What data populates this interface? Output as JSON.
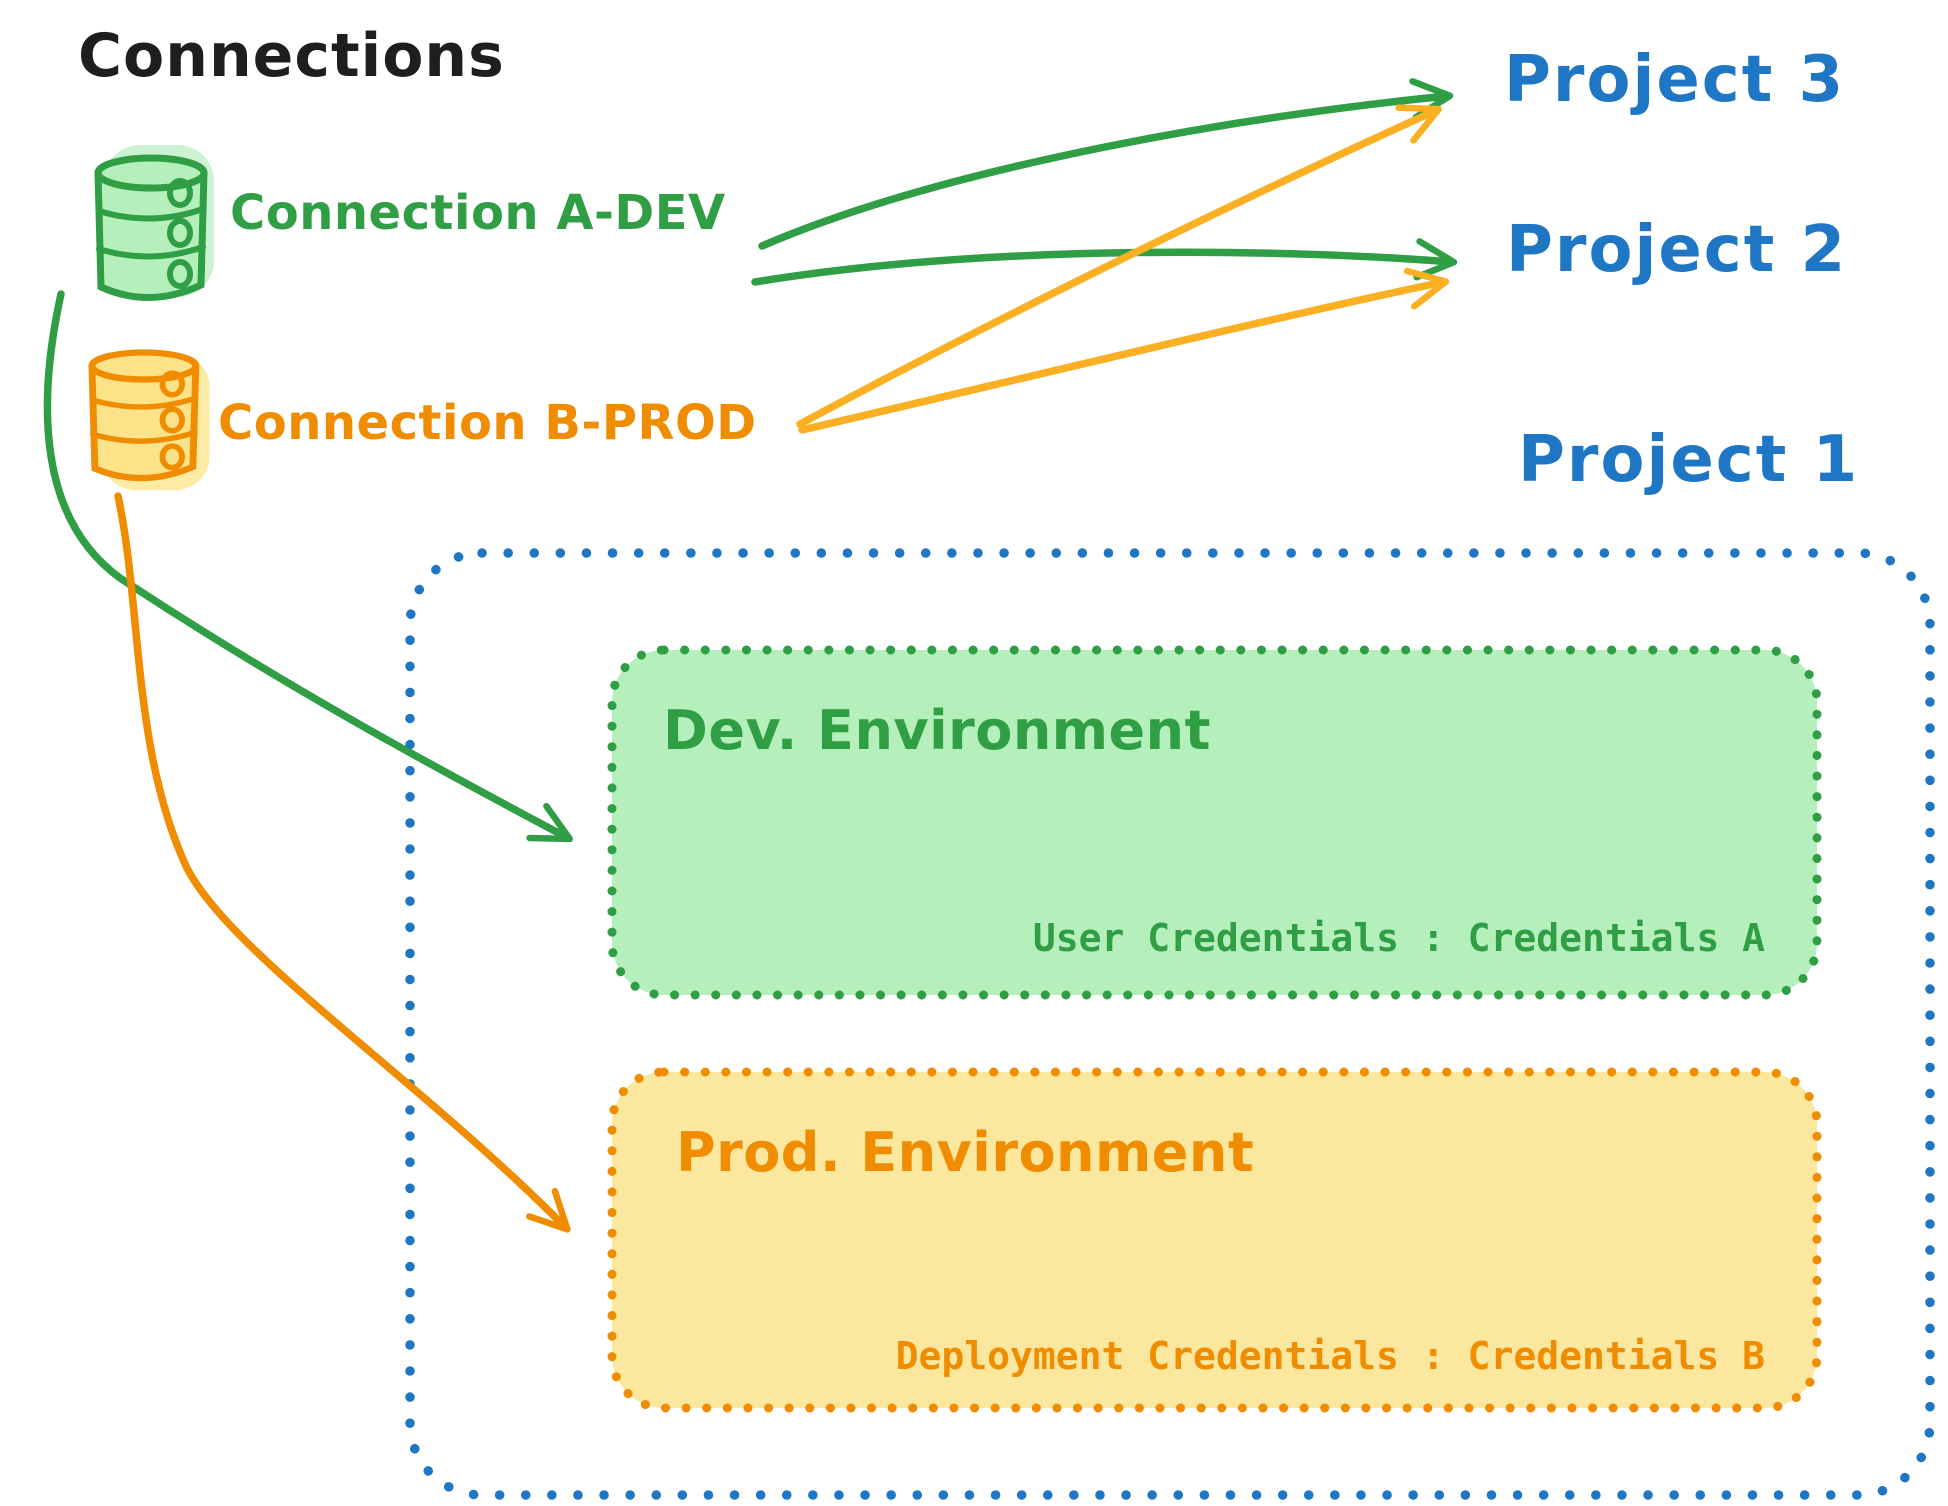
{
  "title": "Connections",
  "connections": [
    {
      "label": "Connection A-DEV",
      "icon": "database-icon",
      "color": "#2f9e44"
    },
    {
      "label": "Connection B-PROD",
      "icon": "database-icon",
      "color": "#f08c00"
    }
  ],
  "projects": [
    {
      "label": "Project 3"
    },
    {
      "label": "Project 2"
    },
    {
      "label": "Project 1"
    }
  ],
  "project1_box": {
    "environments": [
      {
        "name": "Dev. Environment",
        "credentials": "User Credentials : Credentials A"
      },
      {
        "name": "Prod. Environment",
        "credentials": "Deployment Credentials : Credentials B"
      }
    ]
  },
  "arrows": [
    {
      "from": "Connection A-DEV",
      "to": "Project 3"
    },
    {
      "from": "Connection A-DEV",
      "to": "Project 2"
    },
    {
      "from": "Connection B-PROD",
      "to": "Project 3"
    },
    {
      "from": "Connection B-PROD",
      "to": "Project 2"
    },
    {
      "from": "Connection A-DEV",
      "to": "Dev. Environment"
    },
    {
      "from": "Connection B-PROD",
      "to": "Prod. Environment"
    }
  ],
  "colors": {
    "ink": "#1e1e1e",
    "green": "#2f9e44",
    "green_fill": "#b5efbc",
    "green_shadow": "#cdf2d3",
    "orange": "#f08c00",
    "orange_fill": "#fbe79d",
    "orange_db_fill": "#fce289",
    "orange_shadow": "#fceaa5",
    "amber_arrow": "#fbb024",
    "blue": "#1f76c5"
  }
}
